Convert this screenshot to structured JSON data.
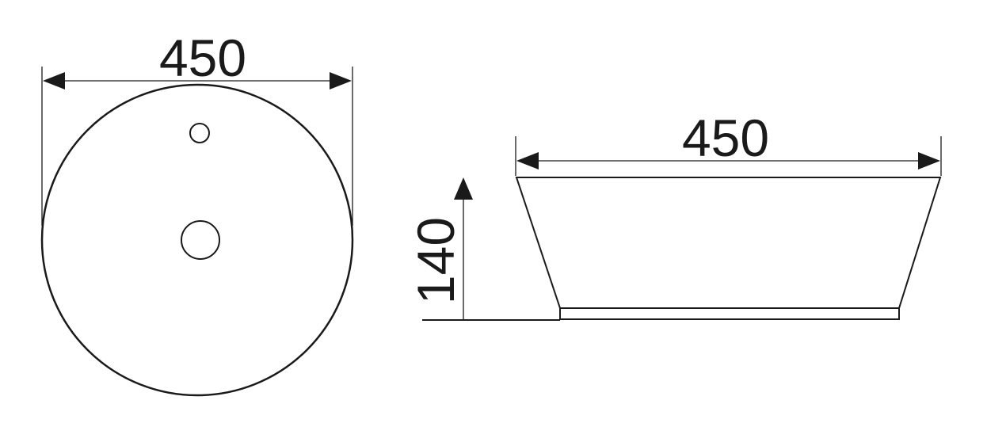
{
  "top_view": {
    "width_label": "450"
  },
  "side_view": {
    "width_label": "450",
    "height_label": "140"
  }
}
